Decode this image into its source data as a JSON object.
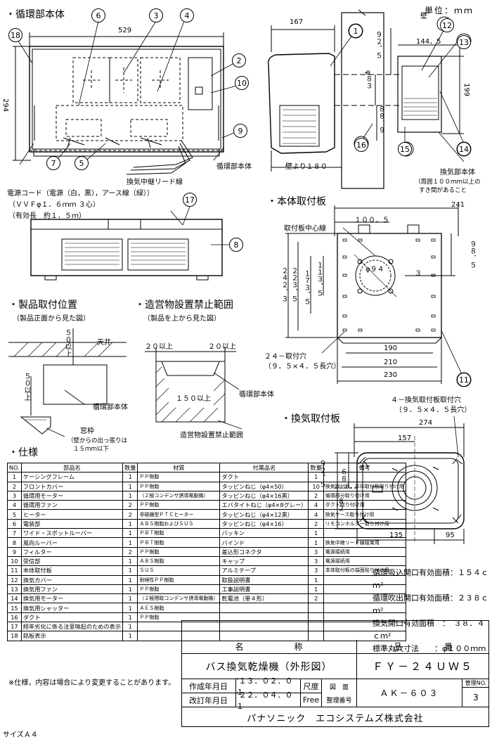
{
  "unit": "単位：ｍｍ",
  "sections": {
    "main_unit": "・循環部本体",
    "mount_plate": "・本体取付板",
    "position": "・製品取付位置",
    "position_sub": "（製品正面から見た図）",
    "prohibited": "・造営物設置禁止範囲",
    "prohibited_sub": "（製品を上から見た図）",
    "vent_plate": "・換気取付板",
    "specs": "・仕様"
  },
  "front_view": {
    "dim_529": "529",
    "dim_294": "294",
    "vent_lead": "換気中継リード線",
    "cord_line1": "電源コード（電源（白，黒），アース線（緑））",
    "cord_line2": "（ＶＶＦφ１．６ｍｍ ３心）",
    "cord_line3": "（有効長　約１．５ｍ）",
    "label_main": "循環部本体"
  },
  "side_view": {
    "dim_167": "167",
    "wall": "壁",
    "dim_925": "９２．５",
    "dim_1445": "144．5",
    "dim_phi83": "φ８３",
    "dim_889": "８８．９",
    "dim_199": "199",
    "wall_180": "壁より１８０",
    "vent_main": "換気部本体",
    "vent_note1": "（周囲１００ｍｍ以上の",
    "vent_note2": "すき間があること"
  },
  "mount_plate": {
    "dim_241": "241",
    "dim_1005": "１００．５",
    "center_label": "取付板中心線",
    "dim_2423": "２４２．３",
    "dim_2235": "２２３．５",
    "dim_1735": "１７３．５",
    "dim_1135": "１１３．５",
    "dim_985": "９８．５",
    "dim_3": "３",
    "dim_phi94": "φ９４",
    "holes1": "２４－取付穴",
    "holes2": "（９．５×４．５長穴）",
    "dim_190": "190",
    "dim_210": "210",
    "dim_230": "230"
  },
  "position": {
    "ceiling": "天井",
    "top_clear": "５０以上",
    "left_clear": "５０以上",
    "label_main": "循環部本体",
    "window": "窓枠",
    "window_note1": "（壁からの出っ張りは",
    "window_note2": "１５ｍｍ以下"
  },
  "prohibited": {
    "left20": "２０以上",
    "right20": "２０以上",
    "depth150": "１５０以上",
    "label_main": "循環部本体",
    "range_label": "造営物設置禁止範囲"
  },
  "vent_plate": {
    "holes1": "４－換気取付板取付穴",
    "holes2": "（９．５×４．５長穴）",
    "dim_274": "274",
    "dim_157": "157",
    "dim_925": "９２．５",
    "dim_68": "６８",
    "dim_82": "８２",
    "dim_135": "135",
    "dim_95": "95"
  },
  "areas": [
    "循環吸込開口有効面積：１５４ｃｍ²",
    "循環吹出開口有効面積：２３８ｃｍ²",
    "換気開口有効面積　：　３８．４ｃｍ²",
    "標準丸穴寸法　　：φ１００ｍｍ"
  ],
  "spec_table": {
    "headers": [
      "NO.",
      "部品名",
      "数量",
      "材質",
      "付属品名",
      "数量",
      "備考"
    ],
    "rows": [
      [
        "1",
        "ケーシングフレーム",
        "1",
        "ＰＰ樹脂",
        "ダクト",
        "1",
        ""
      ],
      [
        "2",
        "フロントカバー",
        "1",
        "ＰＰ樹脂",
        "タッピンねじ（φ4×50）",
        "10",
        "換気取付板，本体取付板取り付け用"
      ],
      [
        "3",
        "循環用モーター",
        "1",
        "（２極コンデンサ誘導電動機）",
        "タッピンねじ（φ4×16黒）",
        "2",
        "循環部分取り付け用"
      ],
      [
        "4",
        "循環用ファン",
        "2",
        "ＰＰ樹脂",
        "エバタイトねじ（φ4×8グレー）",
        "4",
        "ダクト取り付け用"
      ],
      [
        "5",
        "ヒーター",
        "2",
        "非磁器型ＰＴＣヒーター",
        "タッピンねじ（φ4×12黒）",
        "4",
        "換気ケース取り付け用"
      ],
      [
        "6",
        "電装部",
        "1",
        "ＡＢＳ樹脂およびＳＵＳ",
        "タッピンねじ（φ4×16）",
        "2",
        "リモコンホルダー取り付け用"
      ],
      [
        "7",
        "ワイド・スポットルーバー",
        "1",
        "ＰＢＴ樹脂",
        "パッキン",
        "1",
        ""
      ],
      [
        "8",
        "風向ルーバー",
        "1",
        "ＰＢＴ樹脂",
        "バインド",
        "1",
        "換気中継リード線結束用"
      ],
      [
        "9",
        "フィルター",
        "2",
        "ＰＰ樹脂",
        "差込形コネクタ",
        "3",
        "電源接続用"
      ],
      [
        "10",
        "受信部",
        "1",
        "ＡＢＳ樹脂",
        "キャップ",
        "3",
        "電源接続用"
      ],
      [
        "11",
        "本体取付板",
        "1",
        "ＳＵＳ",
        "アルミテープ",
        "3",
        "本体取付板の端面貼り付け用"
      ],
      [
        "12",
        "換気カバー",
        "1",
        "耐候性ＰＰ樹脂",
        "取扱説明書",
        "1",
        ""
      ],
      [
        "13",
        "換気用ファン",
        "1",
        "ＰＰ樹脂",
        "工事説明書",
        "1",
        ""
      ],
      [
        "14",
        "換気用モーター",
        "1",
        "（２極隈取コンデンサ誘導電動機）",
        "乾電池（単４形）",
        "2",
        ""
      ],
      [
        "15",
        "換気用シャッター",
        "1",
        "ＡＥＳ樹脂",
        "",
        "",
        ""
      ],
      [
        "16",
        "ダクト",
        "1",
        "ＰＰ樹脂",
        "",
        "",
        ""
      ],
      [
        "17",
        "経年劣化に係る注意喚起のための表示",
        "1",
        "",
        "",
        "",
        ""
      ],
      [
        "18",
        "銘板表示",
        "1",
        "",
        "",
        "",
        ""
      ]
    ]
  },
  "note": "※仕様，内容は場合により変更することがあります。",
  "title_block": {
    "name_label": "名　　　　　　称",
    "model_label": "品　　　　　番",
    "product_name": "バス換気乾燥機（外形図）",
    "model": "ＦＹ－２４ＵＷ５",
    "created_label": "作成年月日",
    "created": "’１３．０２．０１",
    "scale_label": "尺度",
    "scale": "Free",
    "revised_label": "改訂年月日",
    "revised": "’２２．０４．０１",
    "drawing_label1": "図　面",
    "drawing_label2": "整理番号",
    "drawing_no": "ＡＫ－６０３",
    "mgmt_label": "管理NO.",
    "mgmt_no": "3",
    "company": "パナソニック　エコシステムズ株式会社"
  },
  "footer": "サイズＡ４",
  "callouts": [
    "1",
    "2",
    "3",
    "4",
    "5",
    "6",
    "7",
    "8",
    "9",
    "10",
    "11",
    "12",
    "13",
    "14",
    "15",
    "16",
    "17",
    "18"
  ]
}
